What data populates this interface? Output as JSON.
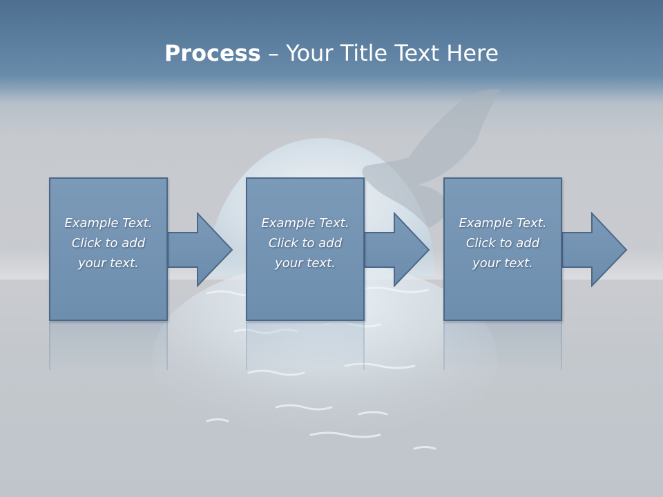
{
  "title": {
    "strong": "Process",
    "rest": " – Your Title Text Here"
  },
  "steps": [
    {
      "line1": "Example Text.",
      "line2": "Click  to add",
      "line3": "your text."
    },
    {
      "line1": "Example Text.",
      "line2": "Click  to add",
      "line3": "your text."
    },
    {
      "line1": "Example Text.",
      "line2": "Click  to add",
      "line3": "your text."
    }
  ],
  "colors": {
    "box_fill": "#7391b1",
    "box_border": "#4c6786",
    "title_text": "#ffffff",
    "header_band": "#5b7e9f"
  },
  "icons": {
    "bird": "bird-silhouette-icon",
    "moon": "moon-reflection-icon"
  }
}
